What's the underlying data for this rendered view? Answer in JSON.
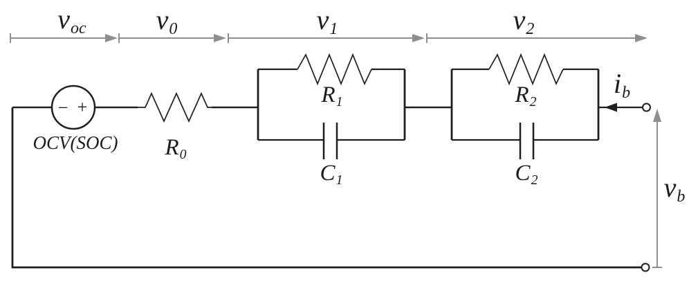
{
  "diagram_title": "battery-equivalent-circuit-2rc",
  "colors": {
    "circuit_line": "#1f1f1f",
    "annotation_gray": "#8e8e8e",
    "background": "#ffffff"
  },
  "top_arrows": {
    "labels": [
      {
        "main": "v",
        "sub": "oc"
      },
      {
        "main": "v",
        "sub": "0"
      },
      {
        "main": "v",
        "sub": "1"
      },
      {
        "main": "v",
        "sub": "2"
      }
    ]
  },
  "source": {
    "label": "OCV(SOC)",
    "minus_sign": "−",
    "plus_sign": "+"
  },
  "components": {
    "r0": {
      "main": "R",
      "sub": "0"
    },
    "r1": {
      "main": "R",
      "sub": "1"
    },
    "c1": {
      "main": "C",
      "sub": "1"
    },
    "r2": {
      "main": "R",
      "sub": "2"
    },
    "c2": {
      "main": "C",
      "sub": "2"
    }
  },
  "terminals": {
    "current": {
      "main": "i",
      "sub": "b"
    },
    "voltage": {
      "main": "v",
      "sub": "b"
    }
  }
}
